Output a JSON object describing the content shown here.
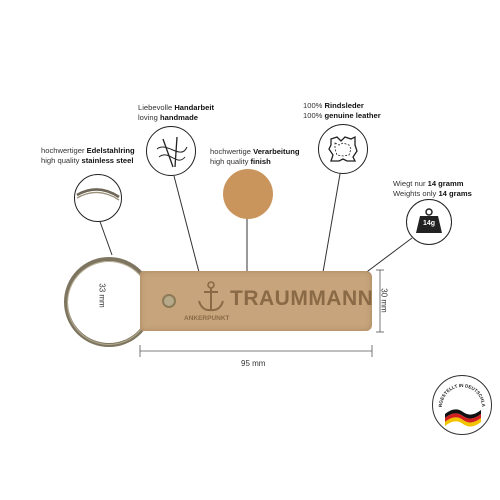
{
  "features": {
    "handmade": {
      "line1_pre": "Liebevolle ",
      "line1_bold": "Handarbeit",
      "line2_pre": "loving ",
      "line2_bold": "handmade"
    },
    "leather": {
      "line1_pre": "100% ",
      "line1_bold": "Rindsleder",
      "line2_pre": "100% ",
      "line2_bold": "genuine leather"
    },
    "ring": {
      "line1_pre": "hochwertiger ",
      "line1_bold": "Edelstahlring",
      "line2_pre": "high quality ",
      "line2_bold": "stainless steel"
    },
    "finish": {
      "line1_pre": "hochwertige ",
      "line1_bold": "Verarbeitung",
      "line2_pre": "high quality ",
      "line2_bold": "finish"
    },
    "weight": {
      "line1_pre": "Wiegt nur ",
      "line1_bold": "14 gramm",
      "line2_pre": "Weights only ",
      "line2_bold": "14 grams",
      "badge": "14g"
    }
  },
  "product": {
    "brand": "TRAUMMANN",
    "sub": "ANKERPUNKT"
  },
  "dimensions": {
    "height_ring": "33 mm",
    "height_tag": "30 mm",
    "width": "95 mm"
  },
  "seal": {
    "text": "HERGESTELLT IN DEUTSCHLAND"
  },
  "colors": {
    "leather": "#c7a47b",
    "leather_dark": "#8a6a46",
    "swatch": "#c9955c",
    "ink": "#222222"
  }
}
